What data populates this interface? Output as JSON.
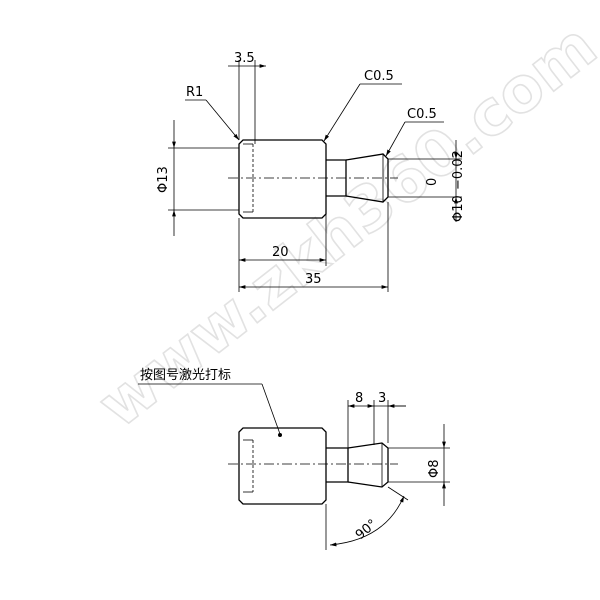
{
  "watermark": "www.zkh360.com",
  "top_view": {
    "width_small": "3.5",
    "fillet": "R1",
    "chamfer_left": "C0.5",
    "chamfer_right": "C0.5",
    "dia_body": "Φ13",
    "tol_upper": "0",
    "tol_lower": "−0.02",
    "dia_tip": "Φ10",
    "len_body": "20",
    "len_total": "35"
  },
  "bottom_view": {
    "note": "按图号激光打标",
    "len_a": "8",
    "len_b": "3",
    "dia_tip": "Φ8",
    "angle": "90°"
  }
}
